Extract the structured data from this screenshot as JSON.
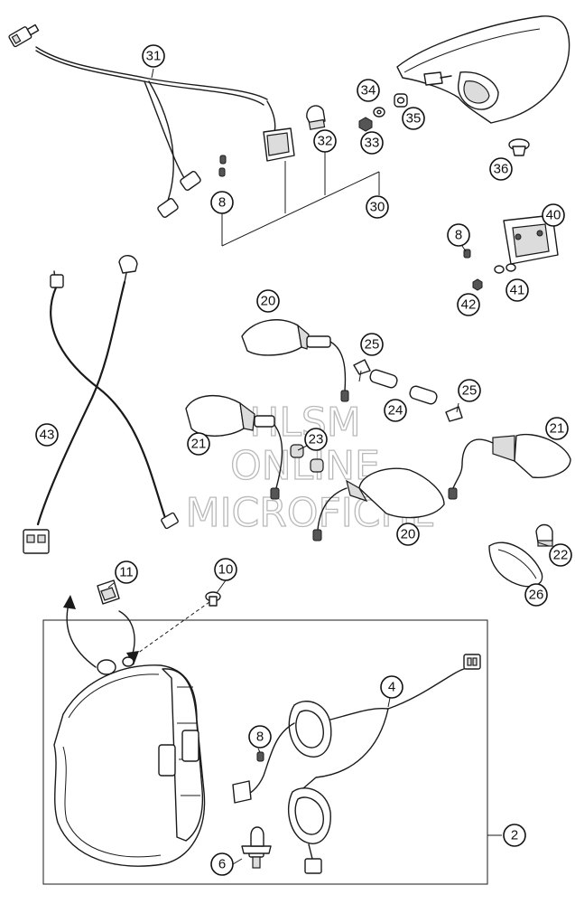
{
  "watermark": {
    "line1": "HLSM",
    "line2": "ONLINE",
    "line3": "MICROFICHE"
  },
  "callouts": [
    {
      "id": "31",
      "label": "31"
    },
    {
      "id": "34",
      "label": "34"
    },
    {
      "id": "35",
      "label": "35"
    },
    {
      "id": "32",
      "label": "32"
    },
    {
      "id": "33",
      "label": "33"
    },
    {
      "id": "36",
      "label": "36"
    },
    {
      "id": "8a",
      "label": "8"
    },
    {
      "id": "30",
      "label": "30"
    },
    {
      "id": "40",
      "label": "40"
    },
    {
      "id": "8b",
      "label": "8"
    },
    {
      "id": "41",
      "label": "41"
    },
    {
      "id": "42",
      "label": "42"
    },
    {
      "id": "20a",
      "label": "20"
    },
    {
      "id": "25a",
      "label": "25"
    },
    {
      "id": "24",
      "label": "24"
    },
    {
      "id": "25b",
      "label": "25"
    },
    {
      "id": "43",
      "label": "43"
    },
    {
      "id": "21a",
      "label": "21"
    },
    {
      "id": "23",
      "label": "23"
    },
    {
      "id": "21b",
      "label": "21"
    },
    {
      "id": "20b",
      "label": "20"
    },
    {
      "id": "11",
      "label": "11"
    },
    {
      "id": "10",
      "label": "10"
    },
    {
      "id": "22",
      "label": "22"
    },
    {
      "id": "26",
      "label": "26"
    },
    {
      "id": "4",
      "label": "4"
    },
    {
      "id": "8c",
      "label": "8"
    },
    {
      "id": "2",
      "label": "2"
    },
    {
      "id": "6",
      "label": "6"
    }
  ]
}
